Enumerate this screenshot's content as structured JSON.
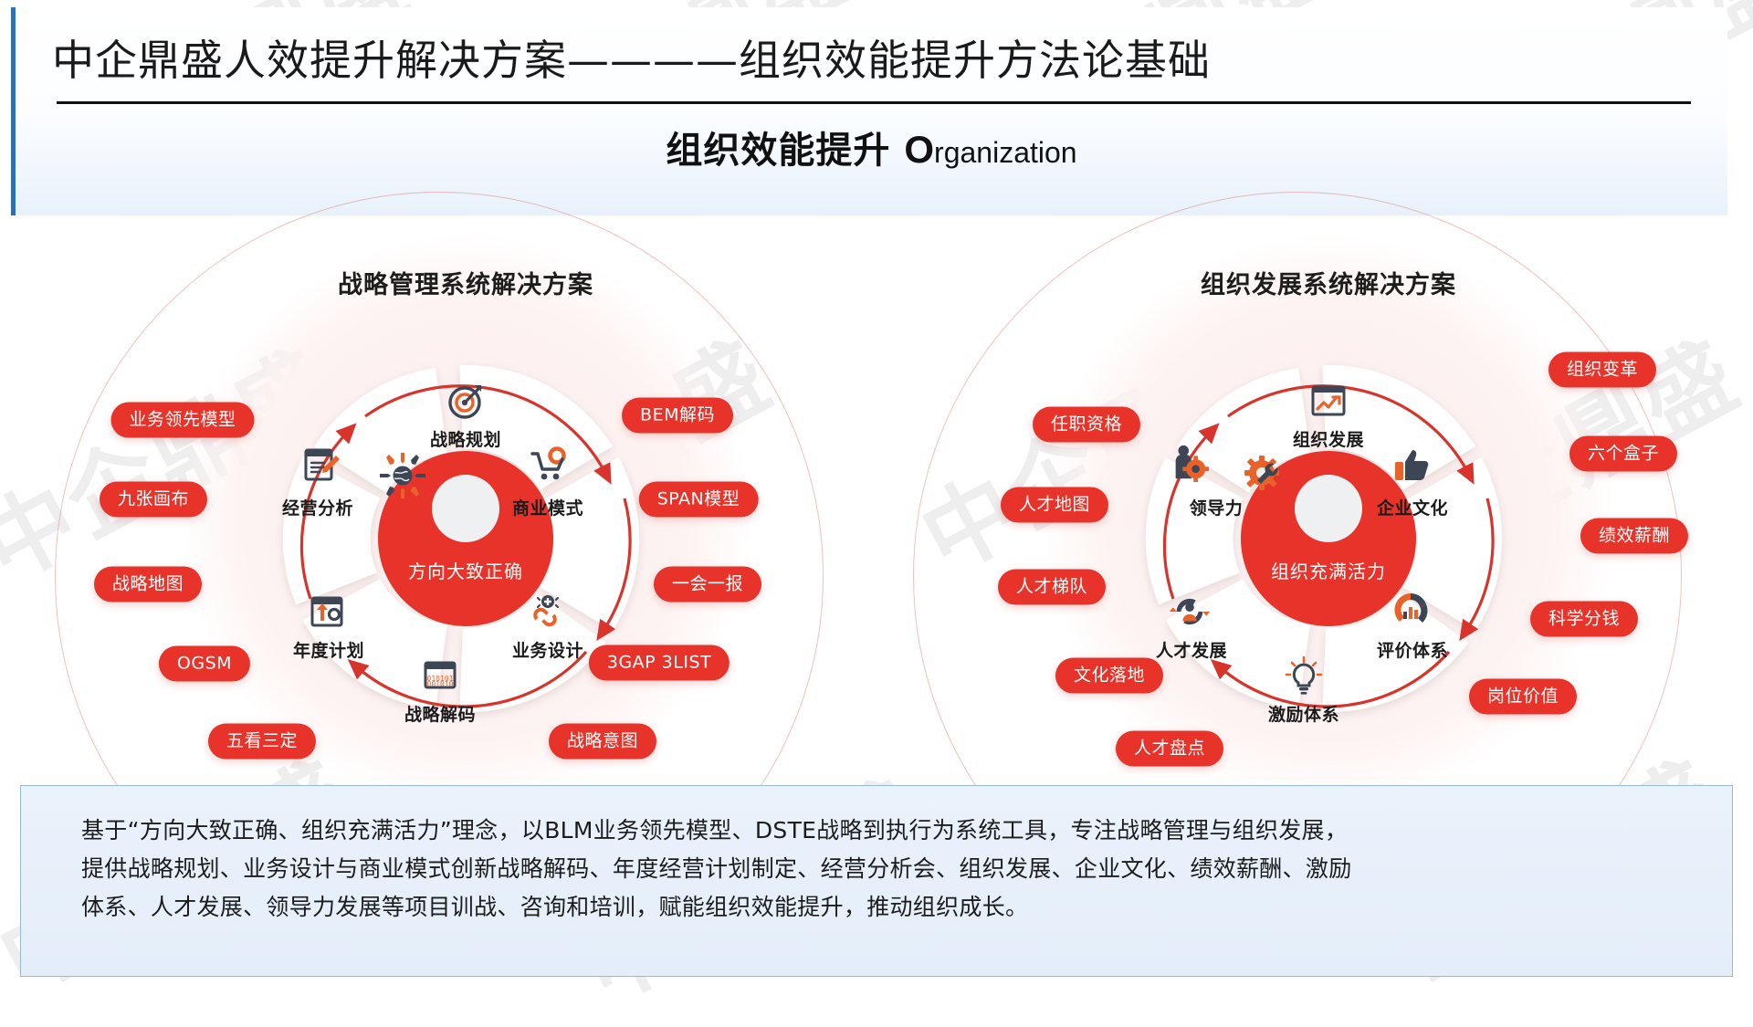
{
  "header": {
    "title": "中企鼎盛人效提升解决方案————组织效能提升方法论基础",
    "subtitle_cn": "组织效能提升 ",
    "subtitle_en_cap": "O",
    "subtitle_en_rest": "rganization"
  },
  "watermark": {
    "text": "中企鼎盛"
  },
  "left_wheel": {
    "title": "战略管理系统解决方案",
    "hub_label": "方向大致正确",
    "hub_icon": "globe-arrows-icon",
    "segments": [
      {
        "label": "战略规划",
        "icon": "target-icon"
      },
      {
        "label": "商业模式",
        "icon": "shopping-cart-gear-icon"
      },
      {
        "label": "业务设计",
        "icon": "link-plus-icon"
      },
      {
        "label": "战略解码",
        "icon": "binary-code-icon"
      },
      {
        "label": "年度计划",
        "icon": "arrow-up-gear-icon"
      },
      {
        "label": "经营分析",
        "icon": "document-pencil-icon"
      }
    ],
    "pills_left": [
      "业务领先模型",
      "九张画布",
      "战略地图",
      "OGSM",
      "五看三定"
    ],
    "pills_right": [
      "BEM解码",
      "SPAN模型",
      "一会一报",
      "3GAP 3LIST",
      "战略意图"
    ]
  },
  "right_wheel": {
    "title": "组织发展系统解决方案",
    "hub_label": "组织充满活力",
    "hub_icon": "gear-wrench-icon",
    "segments": [
      {
        "label": "组织发展",
        "icon": "chart-growth-icon"
      },
      {
        "label": "企业文化",
        "icon": "thumbs-up-icon"
      },
      {
        "label": "评价体系",
        "icon": "donut-bar-chart-icon"
      },
      {
        "label": "激励体系",
        "icon": "lightbulb-icon"
      },
      {
        "label": "人才发展",
        "icon": "person-cycle-icon"
      },
      {
        "label": "领导力",
        "icon": "person-gear-icon"
      }
    ],
    "pills_left": [
      "任职资格",
      "人才地图",
      "人才梯队",
      "文化落地",
      "人才盘点"
    ],
    "pills_right": [
      "组织变革",
      "六个盒子",
      "绩效薪酬",
      "科学分钱",
      "岗位价值"
    ]
  },
  "footer": {
    "line1": "基于“方向大致正确、组织充满活力”理念，以BLM业务领先模型、DSTE战略到执行为系统工具，专注战略管理与组织发展，",
    "line2": "提供战略规划、业务设计与商业模式创新战略解码、年度经营计划制定、经营分析会、组织发展、企业文化、绩效薪酬、激励",
    "line3": "体系、人才发展、领导力发展等项目训战、咨询和培训，赋能组织效能提升，推动组织成长。"
  },
  "colors": {
    "brand_red": "#e8332a",
    "accent_orange": "#e8622a",
    "dark_slate": "#3c4654",
    "header_blue": "#2f6fb5",
    "footer_bg": "#e7f0fa"
  }
}
